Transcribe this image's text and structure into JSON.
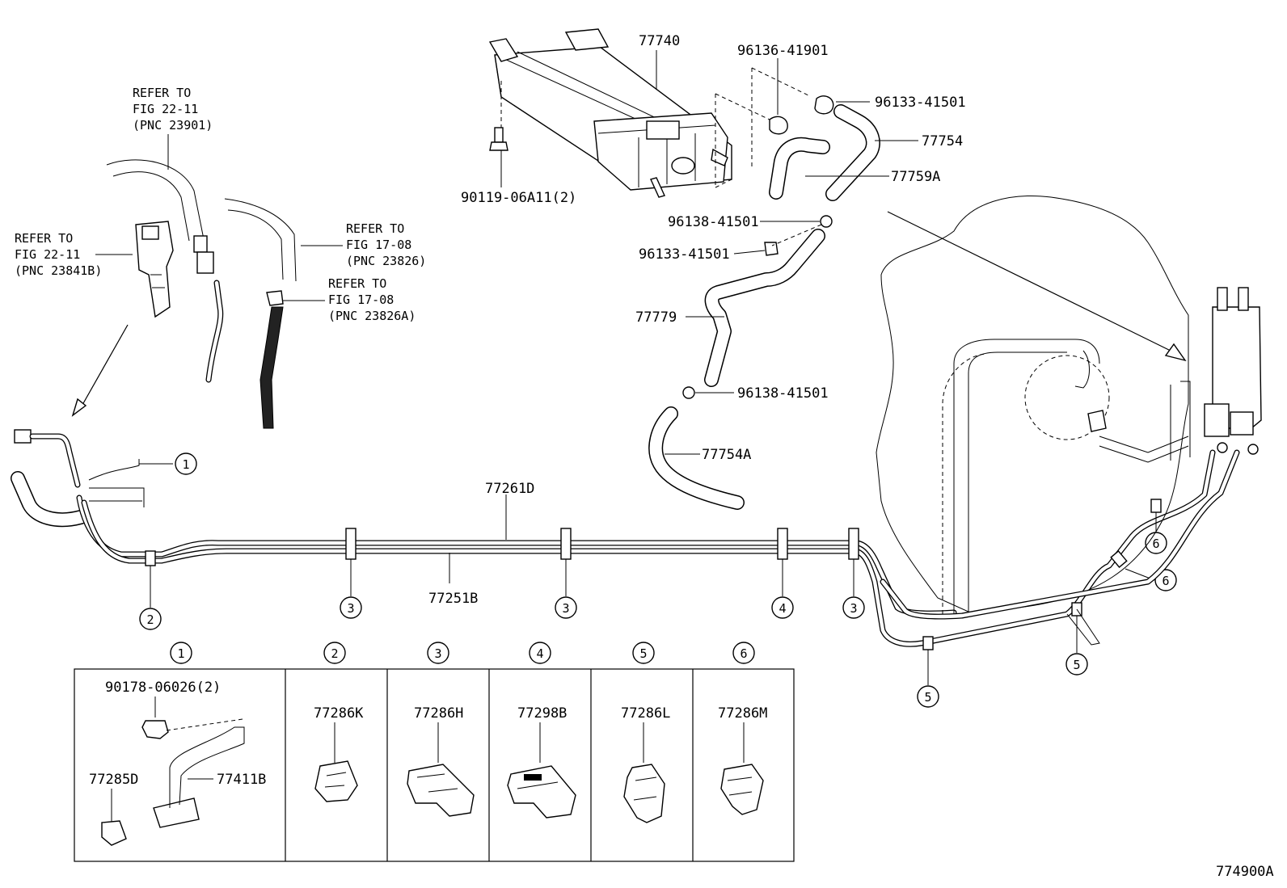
{
  "callouts": {
    "p77740": "77740",
    "p96136_41901": "96136-41901",
    "p96133_41501_a": "96133-41501",
    "p77754": "77754",
    "p77759A": "77759A",
    "p90119": "90119-06A11(2)",
    "p96138_41501_a": "96138-41501",
    "p96133_41501_b": "96133-41501",
    "p77779": "77779",
    "p96138_41501_b": "96138-41501",
    "p77754A": "77754A",
    "p77261D": "77261D",
    "p77251B": "77251B",
    "diagram_code": "774900A"
  },
  "refers": {
    "r1": [
      "REFER TO",
      "FIG 22-11",
      "(PNC 23901)"
    ],
    "r2": [
      "REFER TO",
      "FIG 22-11",
      "(PNC 23841B)"
    ],
    "r3": [
      "REFER TO",
      "FIG 17-08",
      "(PNC 23826)"
    ],
    "r4": [
      "REFER TO",
      "FIG 17-08",
      "(PNC 23826A)"
    ]
  },
  "clamp_markers": [
    "1",
    "2",
    "3",
    "3",
    "4",
    "3",
    "5",
    "5",
    "6",
    "6"
  ],
  "detail_table": {
    "columns": [
      {
        "index": "1",
        "parts": [
          "90178-06026(2)",
          "77285D",
          "77411B"
        ]
      },
      {
        "index": "2",
        "parts": [
          "77286K"
        ]
      },
      {
        "index": "3",
        "parts": [
          "77286H"
        ]
      },
      {
        "index": "4",
        "parts": [
          "77298B"
        ]
      },
      {
        "index": "5",
        "parts": [
          "77286L"
        ]
      },
      {
        "index": "6",
        "parts": [
          "77286M"
        ]
      }
    ]
  }
}
